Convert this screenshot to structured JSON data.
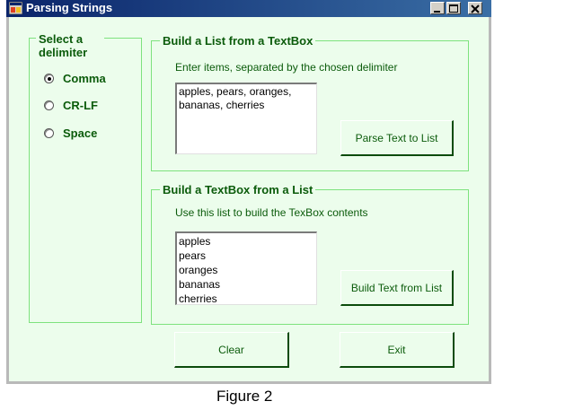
{
  "window": {
    "title": "Parsing Strings"
  },
  "delimiter_group": {
    "legend": "Select a delimiter",
    "options": [
      {
        "label": "Comma",
        "checked": true
      },
      {
        "label": "CR-LF",
        "checked": false
      },
      {
        "label": "Space",
        "checked": false
      }
    ]
  },
  "list_from_textbox": {
    "legend": "Build a List from a TextBox",
    "instruction": "Enter items, separated by the chosen delimiter",
    "textbox_value": "apples, pears, oranges, bananas, cherries",
    "button_label": "Parse Text to List"
  },
  "textbox_from_list": {
    "legend": "Build a TextBox from a List",
    "instruction": "Use this list to build the TexBox contents",
    "list_items": [
      "apples",
      "pears",
      "oranges",
      "bananas",
      "cherries"
    ],
    "button_label": "Build Text from List"
  },
  "footer": {
    "clear_label": "Clear",
    "exit_label": "Exit"
  },
  "caption": "Figure 2"
}
